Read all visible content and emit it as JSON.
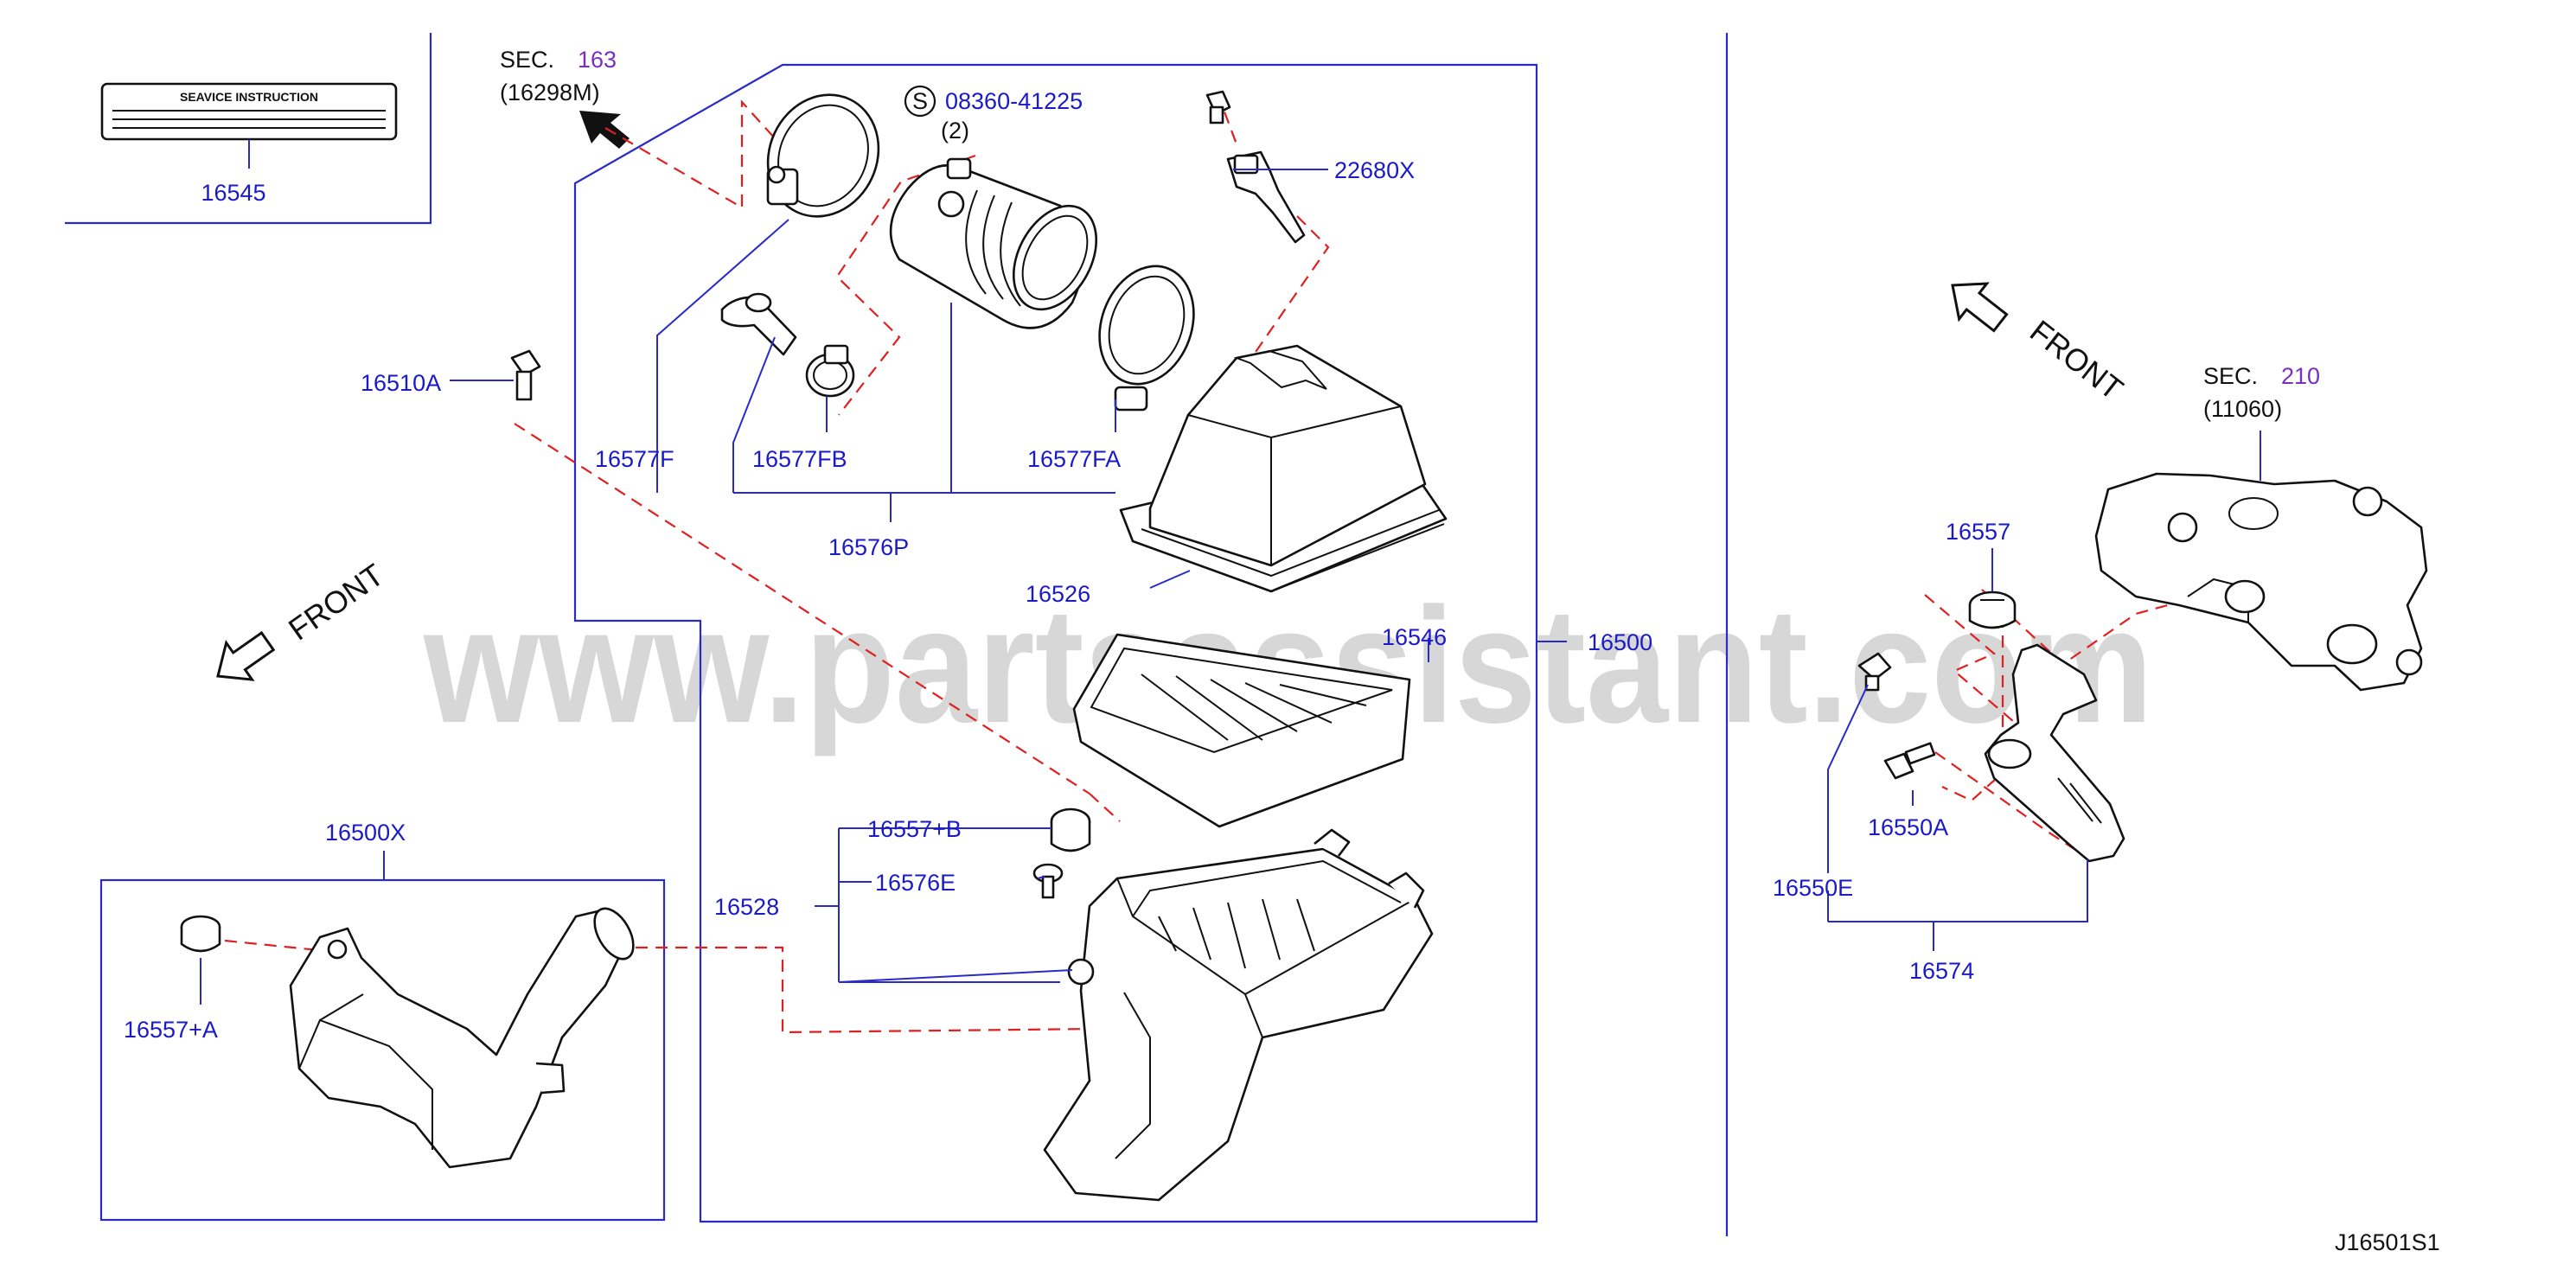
{
  "diagram_id": "J16501S1",
  "watermark": "www.partsassistant.com",
  "front_label": "FRONT",
  "service_label": {
    "title": "SEAVICE INSTRUCTION",
    "part": "16545"
  },
  "sections": [
    {
      "prefix": "SEC.",
      "number": "163",
      "code": "(16298M)"
    },
    {
      "prefix": "SEC.",
      "number": "210",
      "code": "(11060)"
    }
  ],
  "screw_callout": {
    "symbol": "S",
    "part": "08360-41225",
    "qty": "(2)"
  },
  "parts": {
    "p22680X": "22680X",
    "p16510A": "16510A",
    "p16577F": "16577F",
    "p16577FB": "16577FB",
    "p16577FA": "16577FA",
    "p16576P": "16576P",
    "p16526": "16526",
    "p16546": "16546",
    "p16500": "16500",
    "p16500X": "16500X",
    "p16557A": "16557+A",
    "p16557B": "16557+B",
    "p16576E": "16576E",
    "p16528": "16528",
    "p16557": "16557",
    "p16550A": "16550A",
    "p16550E": "16550E",
    "p16574": "16574"
  },
  "colors": {
    "part_number": "#1a1ac8",
    "section_number": "#7a2fc0",
    "leader_line": "#2a2ac8",
    "dashed_line": "#e02020",
    "outline": "#111111"
  }
}
